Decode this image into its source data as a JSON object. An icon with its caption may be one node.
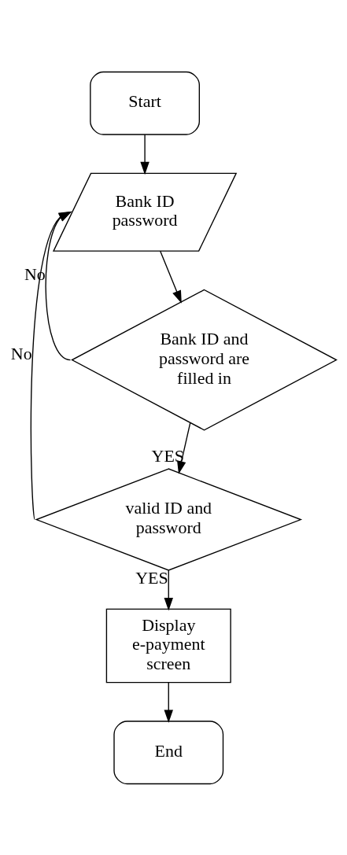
{
  "diagram": {
    "nodes": [
      {
        "text": [
          "Start"
        ]
      },
      {
        "text": [
          "Bank ID password"
        ]
      },
      {
        "text": [
          "Bank ID and password are filled in"
        ]
      },
      {
        "text": [
          "valid ID and password"
        ]
      },
      {
        "text": [
          "Display e-payment screen"
        ]
      },
      {
        "text": [
          "End"
        ]
      }
    ],
    "edges": [
      {
        "from": 0,
        "to": 1,
        "arrow": "to"
      },
      {
        "from": 1,
        "to": 2,
        "arrow": "to"
      },
      {
        "from": 2,
        "to": 3,
        "arrow": "to",
        "label": "YES"
      },
      {
        "from": 2,
        "to": 1,
        "arrow": "to",
        "label": "No"
      },
      {
        "from": 3,
        "to": 4,
        "arrow": "to",
        "label": "YES"
      },
      {
        "from": 3,
        "to": 1,
        "arrow": "to",
        "label": "No"
      },
      {
        "from": 4,
        "to": 5,
        "arrow": "to"
      }
    ]
  }
}
